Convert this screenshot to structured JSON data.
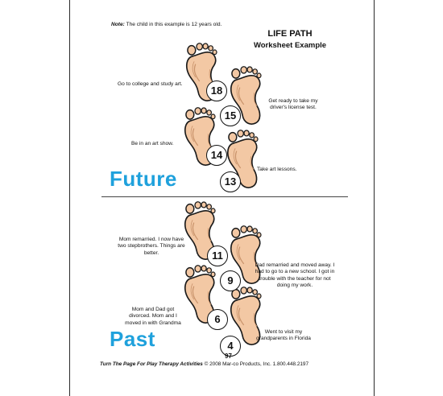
{
  "note": {
    "label": "Note:",
    "text": " The child in this example is 12 years old."
  },
  "title": {
    "line1": "LIFE PATH",
    "line2": "Worksheet Example"
  },
  "sections": {
    "future": "Future",
    "past": "Past"
  },
  "steps": [
    {
      "number": "18",
      "text": "Go to college and study art."
    },
    {
      "number": "15",
      "text": "Get ready to take my driver's license test."
    },
    {
      "number": "14",
      "text": "Be in an art show."
    },
    {
      "number": "13",
      "text": "Take art lessons."
    },
    {
      "number": "11",
      "text": "Mom remarried. I now have two stepbrothers. Things are better."
    },
    {
      "number": "9",
      "text": "Dad remarried and moved away. I had to go to a new school. I got in trouble with the teacher for not doing my work."
    },
    {
      "number": "6",
      "text": "Mom and Dad got divorced. Mom and I moved in with Grandma"
    },
    {
      "number": "4",
      "text": "Went to visit my grandparents in Florida"
    }
  ],
  "page_number": "97",
  "footer": {
    "title": "Turn The Page For Play Therapy Activities",
    "rest": " © 2008 Mar-co Products, Inc. 1.800.448.2197"
  },
  "colors": {
    "foot_fill": "#f3c8a4",
    "section_heading": "#1fa1dc"
  }
}
